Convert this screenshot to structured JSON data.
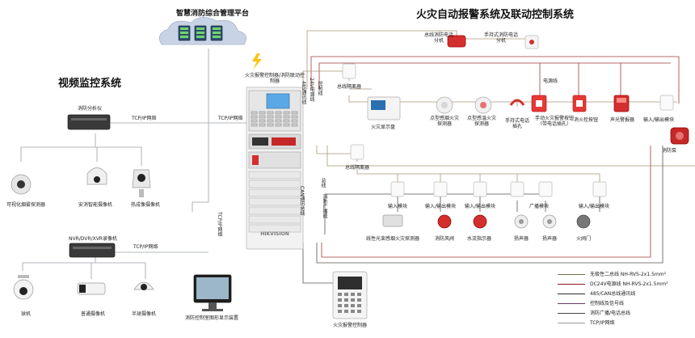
{
  "titles": {
    "platform": "智慧消防综合管理平台",
    "fire_system": "火灾自动报警系统及联动控制系统",
    "video_system": "视频监控系统"
  },
  "controller": {
    "label": "火灾报警控制器/消防联动控制器",
    "brand": "HIKVISION"
  },
  "video": {
    "analyzer": "消防分析仪",
    "nvr": "NVR/DVR/XVR录像机",
    "tcp1": "TCP/IP网络",
    "tcp2": "TCP/IP网络",
    "tcp3": "TCP/IP网络",
    "cams_top": [
      "可视化烟雾探测器",
      "安消智能摄像机",
      "热成像摄像机"
    ],
    "cams_bottom": [
      "球机",
      "普通摄像机",
      "半球摄像机"
    ],
    "display": "消防控制室图形显示装置"
  },
  "fire": {
    "bus_isolator_1": "总线隔离器",
    "bus_isolator_2": "总线隔离器",
    "bus_phone": "总线消防电话分机",
    "handset_phone": "手持式消防电话分机",
    "fire_display": "火灾显示盘",
    "smoke": "点型感烟火灾探测器",
    "heat": "点型感温火灾探测器",
    "phone_jack": "手持式电话插孔",
    "manual_alarm": "手动火灾报警按钮（带电话插孔）",
    "hydrant": "消火栓按钮",
    "sound_light": "声光警报器",
    "io_module_top": "输入/输出模块",
    "pump": "消防泵",
    "electric_line": "电源线",
    "in_module": "输入模块",
    "io_1": "输入/输出模块",
    "io_2": "输入/输出模块",
    "broadcast_module": "广播模块",
    "io_3": "输入/输出模块",
    "beam_detector": "线性光束感烟火灾探测器",
    "fire_valve": "消防风阀",
    "water_indicator": "水流指示器",
    "speaker_1": "扬声器",
    "speaker_2": "扬声器",
    "fire_gate": "火阀门",
    "alarm_unit": "火灾报警控制器",
    "v_24v": "24V电源线",
    "v_485": "485通讯线",
    "v_ctrl": "控制线",
    "v_fire_bus": "总线",
    "v_broadcast": "消防广播线",
    "v_can": "CAN通讯总线",
    "v_tcp": "TCP/IP网络",
    "v_platform_tcp": "TCP/IP网络",
    "v_video_tcp": "TCP/IP网络"
  },
  "legend": [
    {
      "text": "无极性二总线 NH-RVS-2x1.5mm²",
      "color": "#7a6a4a"
    },
    {
      "text": "DC24V电源线 NH-RVS-2x1.5mm²",
      "color": "#8b1a1a"
    },
    {
      "text": "485/CAN总线通讯线",
      "color": "#2a2a2a"
    },
    {
      "text": "控制线及信号线",
      "color": "#6b3b6b"
    },
    {
      "text": "消防广播/电话总线",
      "color": "#444444"
    },
    {
      "text": "TCP/IP网络",
      "color": "#9a9a9a"
    }
  ],
  "colors": {
    "bus": "#a8967a",
    "power": "#a23a3a",
    "comm": "#555555",
    "net": "#9aa0a6",
    "accent": "#e53935",
    "cloud": "#c9d3e6"
  }
}
